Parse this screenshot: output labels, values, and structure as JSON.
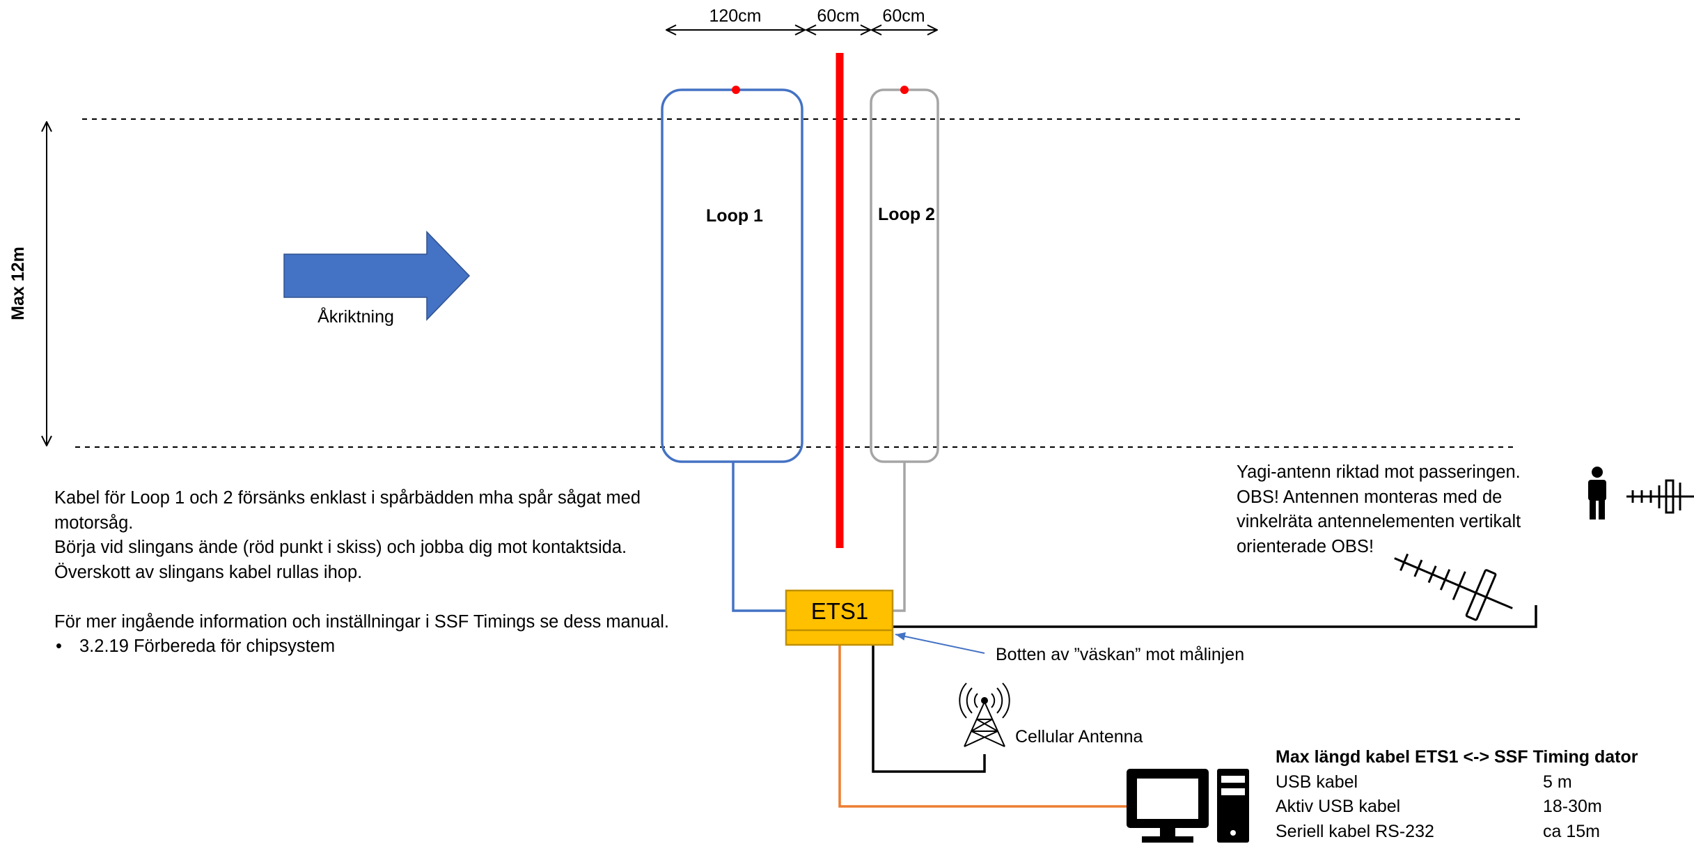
{
  "dimensions": {
    "loop1_width": "120cm",
    "gap": "60cm",
    "loop2_width": "60cm"
  },
  "max_width_label": "Max 12m",
  "flow": {
    "direction_label": "Åkriktning"
  },
  "loops": [
    {
      "label": "Loop 1"
    },
    {
      "label": "Loop 2"
    }
  ],
  "device": {
    "label": "ETS1"
  },
  "annotations": {
    "bottom_note": "Botten av ”väskan” mot målinjen",
    "cellular": "Cellular Antenna"
  },
  "yagi_note": [
    "Yagi-antenn riktad mot passeringen.",
    "OBS! Antennen monteras med de",
    "vinkelräta antennelementen vertikalt",
    "orienterade OBS!"
  ],
  "instructions": {
    "lines": [
      "Kabel för Loop 1 och 2 försänks enklast i spårbädden mha spår sågat med motorsåg.",
      "Börja vid slingans ände (röd punkt i skiss) och jobba dig mot kontaktsida.",
      "Överskott av slingans kabel rullas ihop."
    ],
    "manual_intro": "För mer ingående information och inställningar i SSF Timings se dess manual.",
    "bullets": [
      "3.2.19 Förbereda för chipsystem"
    ]
  },
  "cable_table": {
    "title": "Max längd kabel ETS1 <-> SSF Timing dator",
    "rows": [
      {
        "type": "USB kabel",
        "length": "5 m"
      },
      {
        "type": "Aktiv USB kabel",
        "length": "18-30m"
      },
      {
        "type": "Seriell kabel RS-232",
        "length": "ca 15m"
      }
    ]
  },
  "colors": {
    "loop1": "#4472C4",
    "loop2": "#A5A5A5",
    "finish_line": "#FF0000",
    "device_fill": "#FFC000",
    "device_border": "#BF9000",
    "usb_cable": "#ED7D31",
    "arrow": "#4472C4"
  },
  "icons": [
    "double-arrow-icon",
    "flow-arrow-icon",
    "cell-tower-icon",
    "computer-icon",
    "person-icon",
    "yagi-antenna-icon",
    "loop-end-dot-icon"
  ]
}
